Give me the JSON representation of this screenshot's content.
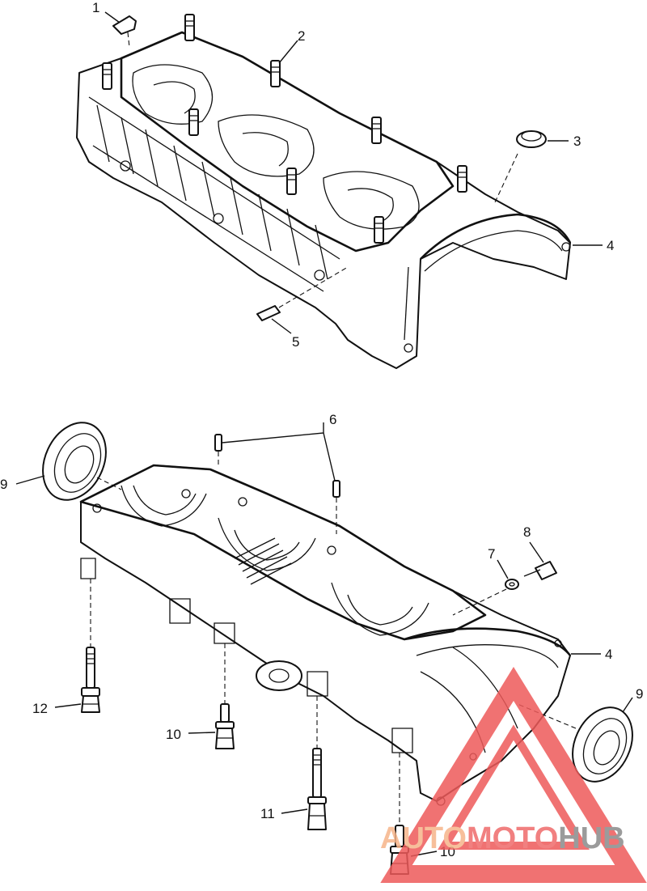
{
  "callouts": [
    "1",
    "2",
    "3",
    "4",
    "5",
    "6",
    "9",
    "8",
    "7",
    "4",
    "9",
    "12",
    "10",
    "11",
    "10"
  ],
  "watermark": {
    "part_a": "AUTO",
    "part_b": "MOTO",
    "part_c": "HUB",
    "color_a": "#f6b58a",
    "color_b": "#ef6a6a",
    "color_c": "#8a8a8a",
    "triangle_color": "#ee5a5a"
  }
}
